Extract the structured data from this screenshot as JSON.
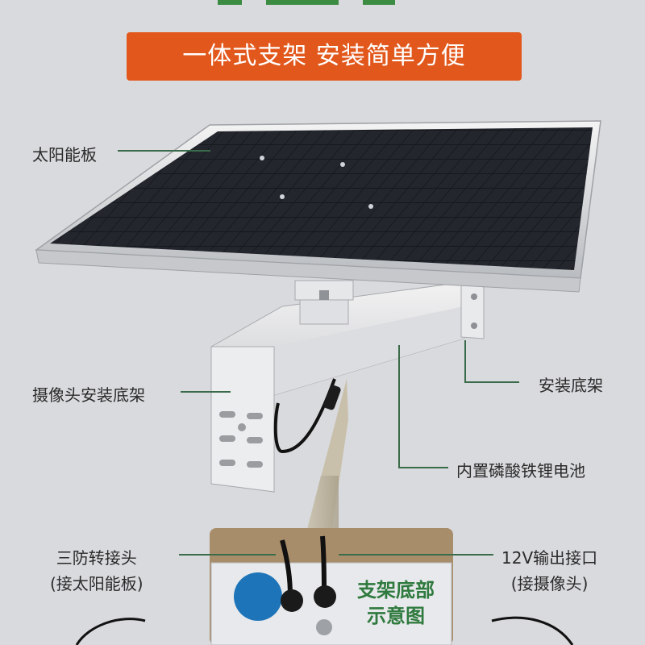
{
  "banner": {
    "title": "一体式支架 安装简单方便"
  },
  "labels": {
    "solar_panel": "太阳能板",
    "camera_mount": "摄像头安装底架",
    "install_base": "安装底架",
    "battery": "内置磷酸铁锂电池",
    "connector_line1": "三防转接头",
    "connector_line2": "(接太阳能板)",
    "output_line1": "12V输出接口",
    "output_line2": "(接摄像头)"
  },
  "inset": {
    "caption_line1": "支架底部",
    "caption_line2": "示意图"
  },
  "colors": {
    "background": "#d9dadd",
    "banner": "#e2581c",
    "leader_line": "#3a6b4a",
    "inset_caption": "#2f7a3e"
  }
}
